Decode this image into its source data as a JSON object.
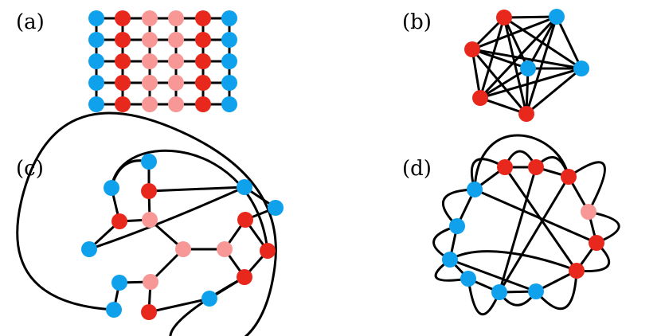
{
  "colors": {
    "blue": "#0fa1ec",
    "red": "#e8281c",
    "pink": "#f79896",
    "edge": "#000000"
  },
  "panels": [
    {
      "id": "a",
      "label": "(a)",
      "nodes": [
        {
          "c": "blue"
        },
        {
          "c": "red"
        },
        {
          "c": "pink"
        },
        {
          "c": "pink"
        },
        {
          "c": "red"
        },
        {
          "c": "blue"
        },
        {
          "c": "blue"
        },
        {
          "c": "red"
        },
        {
          "c": "pink"
        },
        {
          "c": "pink"
        },
        {
          "c": "red"
        },
        {
          "c": "blue"
        },
        {
          "c": "blue"
        },
        {
          "c": "red"
        },
        {
          "c": "pink"
        },
        {
          "c": "pink"
        },
        {
          "c": "red"
        },
        {
          "c": "blue"
        },
        {
          "c": "blue"
        },
        {
          "c": "red"
        },
        {
          "c": "pink"
        },
        {
          "c": "pink"
        },
        {
          "c": "red"
        },
        {
          "c": "blue"
        },
        {
          "c": "blue"
        },
        {
          "c": "red"
        },
        {
          "c": "pink"
        },
        {
          "c": "pink"
        },
        {
          "c": "red"
        },
        {
          "c": "blue"
        }
      ],
      "layout_kind": "grid"
    },
    {
      "id": "b",
      "label": "(b)",
      "nodes": [
        {
          "c": "red"
        },
        {
          "c": "blue"
        },
        {
          "c": "red"
        },
        {
          "c": "blue"
        },
        {
          "c": "blue"
        },
        {
          "c": "red"
        },
        {
          "c": "red"
        }
      ],
      "layout_kind": "complete"
    },
    {
      "id": "c",
      "label": "(c)",
      "nodes": [
        {
          "c": "blue"
        },
        {
          "c": "blue"
        },
        {
          "c": "red"
        },
        {
          "c": "blue"
        },
        {
          "c": "blue"
        },
        {
          "c": "red"
        },
        {
          "c": "pink"
        },
        {
          "c": "red"
        },
        {
          "c": "blue"
        },
        {
          "c": "pink"
        },
        {
          "c": "pink"
        },
        {
          "c": "red"
        },
        {
          "c": "blue"
        },
        {
          "c": "red"
        },
        {
          "c": "pink"
        },
        {
          "c": "red"
        },
        {
          "c": "blue"
        },
        {
          "c": "blue"
        }
      ],
      "layout_kind": "planar"
    },
    {
      "id": "d",
      "label": "(d)",
      "nodes": [
        {
          "c": "red"
        },
        {
          "c": "red"
        },
        {
          "c": "red"
        },
        {
          "c": "pink"
        },
        {
          "c": "red"
        },
        {
          "c": "red"
        },
        {
          "c": "blue"
        },
        {
          "c": "blue"
        },
        {
          "c": "blue"
        },
        {
          "c": "blue"
        },
        {
          "c": "blue"
        },
        {
          "c": "blue"
        }
      ],
      "layout_kind": "ring"
    }
  ]
}
